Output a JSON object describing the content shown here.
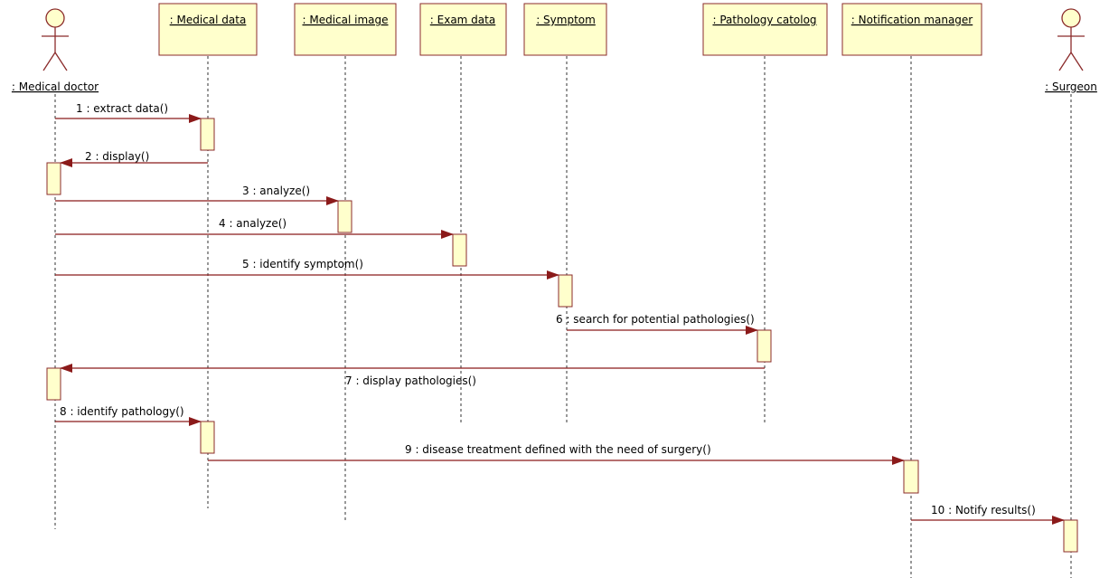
{
  "actors": {
    "doctor": ": Medical doctor",
    "surgeon": ": Surgeon"
  },
  "objects": {
    "medical_data": ": Medical data",
    "medical_image": ": Medical image",
    "exam_data": ": Exam data",
    "symptom": ": Symptom",
    "pathology_catalog": ": Pathology catolog",
    "notification_manager": ": Notification manager"
  },
  "messages": {
    "m1": "1 : extract data()",
    "m2": "2 : display()",
    "m3": "3 : analyze()",
    "m4": "4 : analyze()",
    "m5": "5 : identify symptom()",
    "m6": "6 : search for potential pathologies()",
    "m7": "7 : display pathologies()",
    "m8": "8 : identify pathology()",
    "m9": "9 : disease treatment defined with the need of surgery()",
    "m10": "10 : Notify results()"
  },
  "colors": {
    "box_fill": "#ffffcc",
    "box_stroke": "#8b2b2b",
    "arrow": "#8b1a1a",
    "lifeline": "#333333"
  }
}
